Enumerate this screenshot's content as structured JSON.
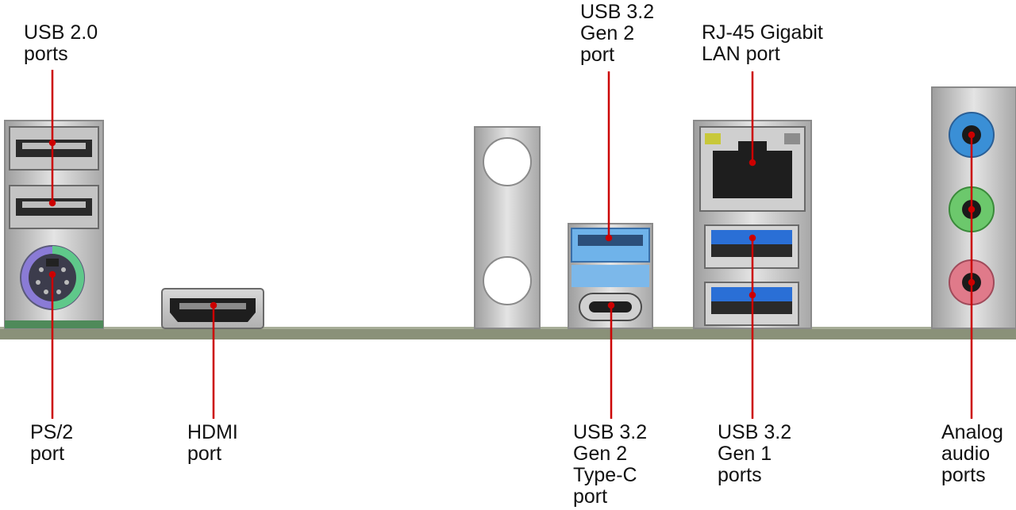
{
  "labels": {
    "usb20": [
      "USB 2.0",
      "ports"
    ],
    "usb32gen2": [
      "USB 3.2",
      "Gen 2",
      "port"
    ],
    "rj45": [
      "RJ-45 Gigabit",
      "LAN port"
    ],
    "ps2": [
      "PS/2",
      "port"
    ],
    "hdmi": [
      "HDMI",
      "port"
    ],
    "usbc": [
      "USB 3.2",
      "Gen 2",
      "Type-C",
      "port"
    ],
    "usb32gen1": [
      "USB 3.2",
      "Gen 1",
      "ports"
    ],
    "audio": [
      "Analog",
      "audio",
      "ports"
    ]
  },
  "colors": {
    "leader_line": "#cc0000",
    "board": "#8a9179",
    "metal": "#c8c8c8",
    "usb3_blue": "#2a6fd6",
    "usb3_light_blue": "#6fb3ea",
    "ps2_purple": "#8a7bd6",
    "ps2_green": "#5fc88a",
    "audio_blue": "#3a8fd6",
    "audio_green": "#6cc86c",
    "audio_pink": "#e07a8a"
  }
}
